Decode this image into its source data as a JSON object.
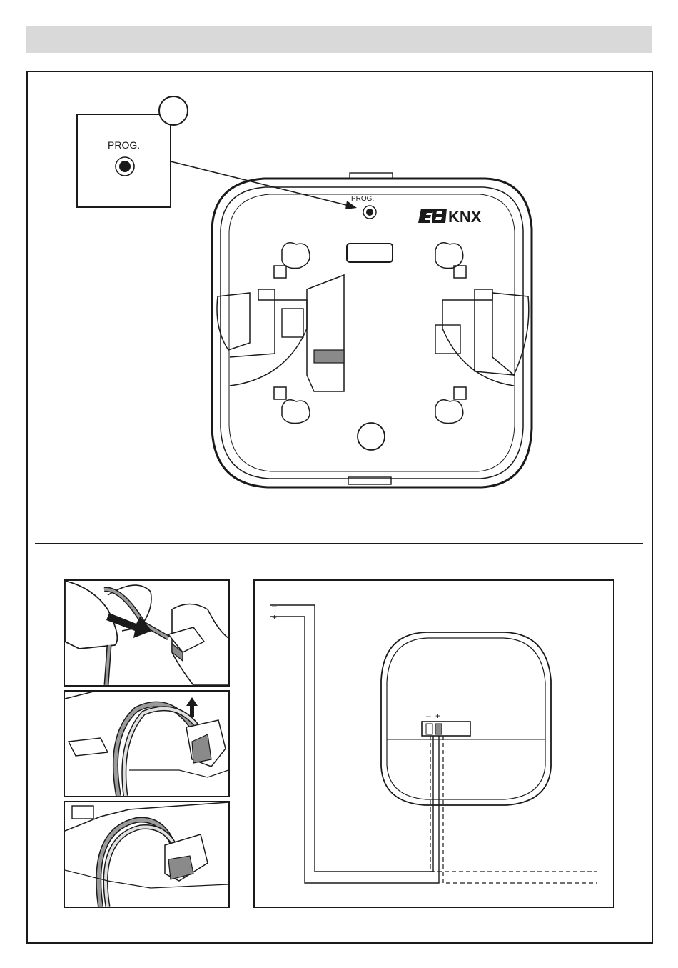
{
  "callout": {
    "prog_label": "PROG."
  },
  "device": {
    "prog_label": "PROG.",
    "logo_text": "KNX",
    "logo_mark": "EIB"
  },
  "wiring": {
    "minus_label": "–",
    "plus_label": "+",
    "terminal_minus": "–",
    "terminal_plus": "+"
  },
  "icons": {
    "arrow_insert": "arrow-insert-icon",
    "arrow_up": "arrow-up-icon"
  },
  "colors": {
    "line": "#1a1a1a",
    "header_bar": "#d9d9d9",
    "wire_fill": "#9a9a9a",
    "terminal_fill": "#8a8a8a"
  }
}
